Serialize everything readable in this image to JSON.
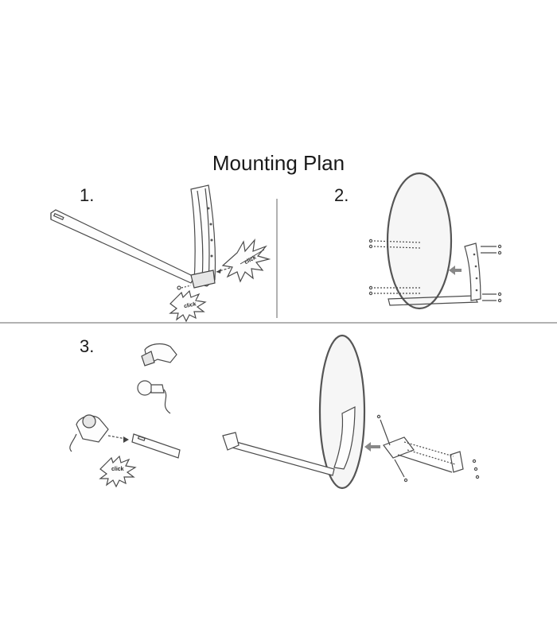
{
  "title": "Mounting Plan",
  "steps": [
    {
      "number": "1."
    },
    {
      "number": "2."
    },
    {
      "number": "3."
    }
  ],
  "labels": {
    "click": "click",
    "wrong_click": "click"
  }
}
